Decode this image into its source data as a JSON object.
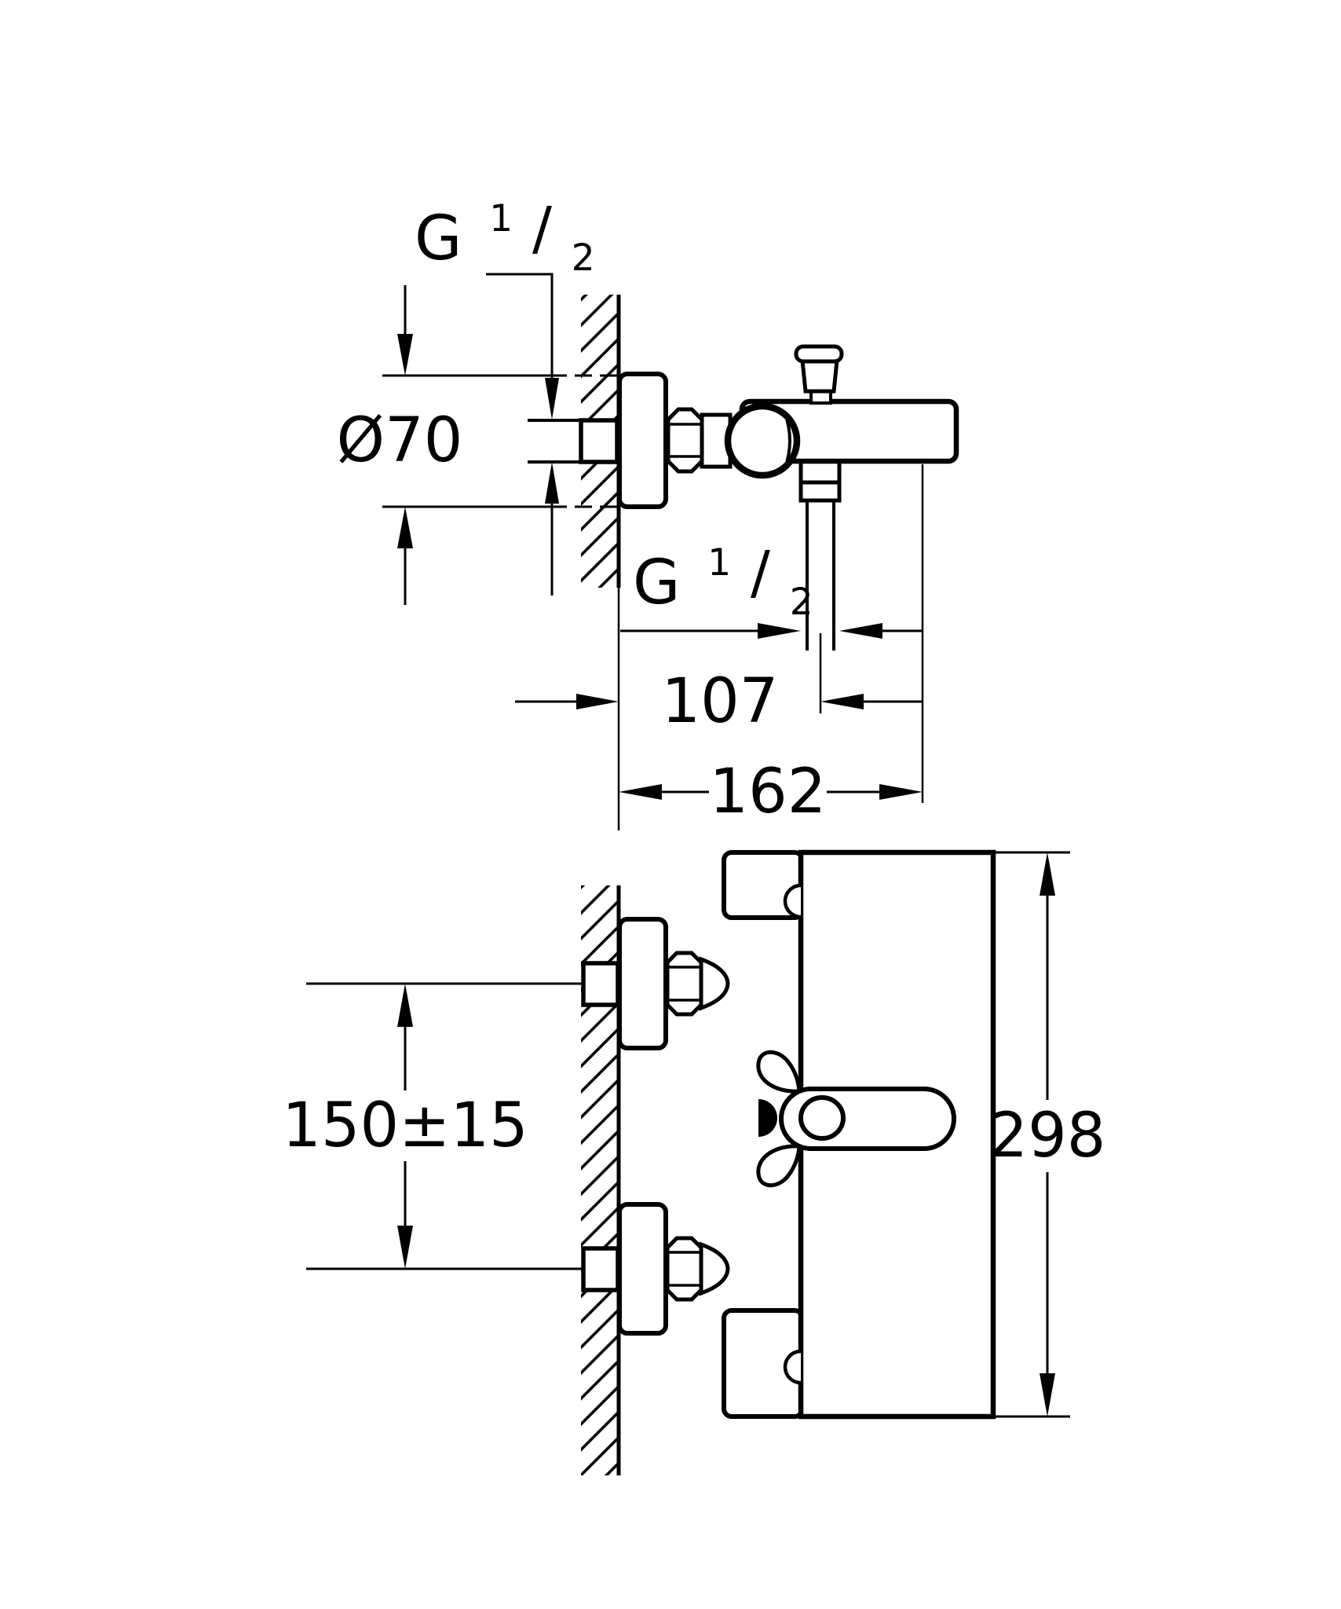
{
  "page": {
    "background": "#ffffff",
    "ink": "#000000",
    "type": "technical-dimension-drawing"
  },
  "side_view": {
    "labels": {
      "thread_top": {
        "main": "G",
        "sup": "1",
        "slash": "/",
        "sub": "2"
      },
      "thread_mid": {
        "main": "G",
        "sup": "1",
        "slash": "/",
        "sub": "2"
      },
      "diameter": "Ø70",
      "dim_107": "107",
      "dim_162": "162"
    }
  },
  "front_view": {
    "labels": {
      "dim_150": "150±15",
      "dim_298": "298"
    }
  }
}
